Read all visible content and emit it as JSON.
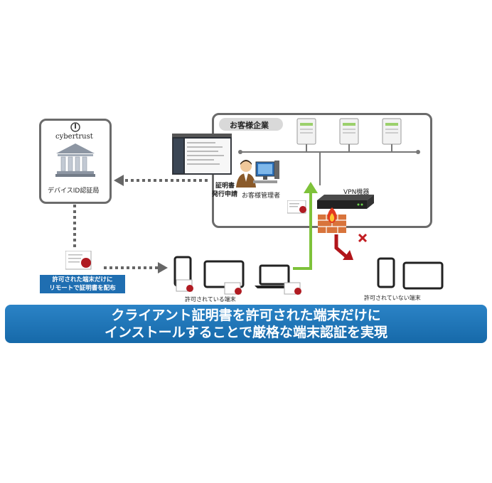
{
  "authority": {
    "brand": "cybertrust",
    "name": "デバイスID認証局"
  },
  "customer": {
    "title": "お客様企業",
    "admin_label": "お客様管理者",
    "request_label_line1": "証明書",
    "request_label_line2": "発行申請",
    "vpn_label": "VPN機器"
  },
  "distribution": {
    "line1": "許可された端末だけに",
    "line2": "リモートで証明書を配布"
  },
  "devices": {
    "allowed_label": "許可されている端末",
    "denied_label": "許可されていない端末"
  },
  "banner": {
    "line1": "クライアント証明書を許可された端末だけに",
    "line2": "インストールすることで厳格な端末認証を実現"
  },
  "colors": {
    "accent_blue": "#1f6eb1",
    "allowed_arrow": "#7ec23a",
    "denied_arrow": "#b1151a",
    "dotted_arrow": "#666666"
  }
}
